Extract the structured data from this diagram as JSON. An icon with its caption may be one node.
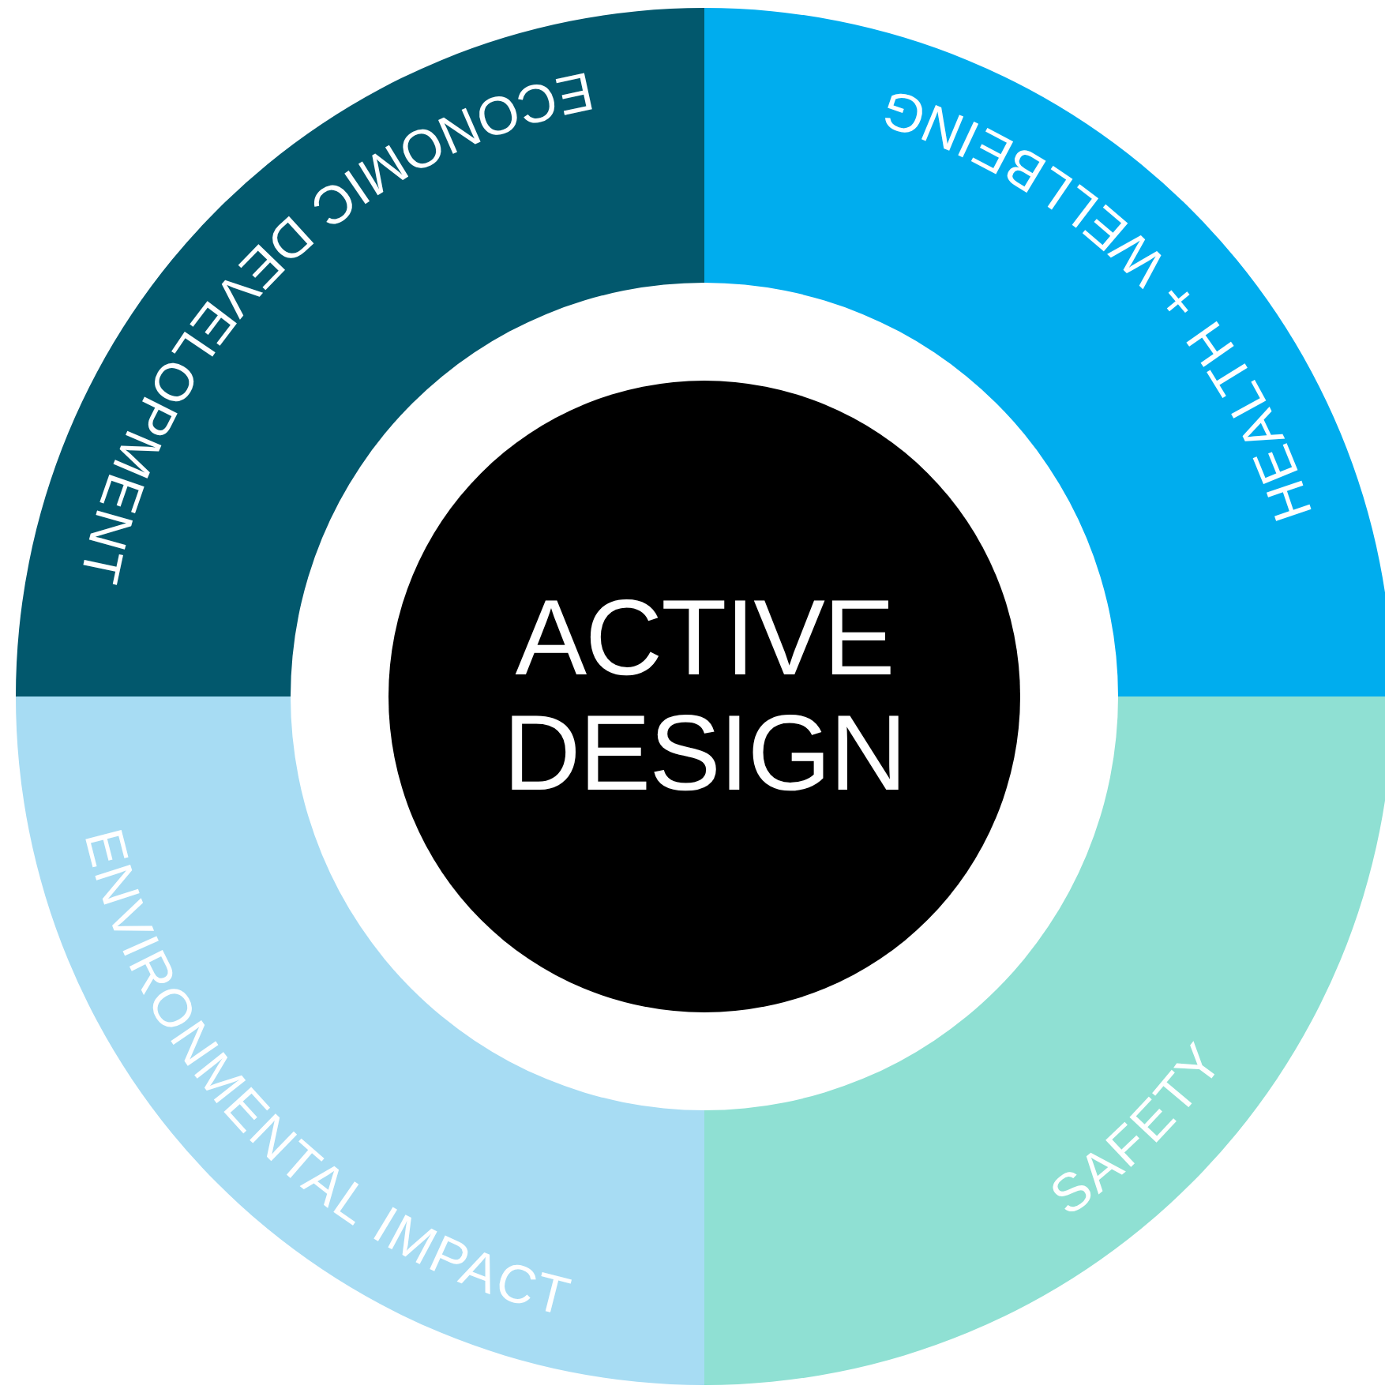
{
  "diagram": {
    "nodes": [
      {
        "text": [
          "ACTIVE DESIGN"
        ]
      },
      {
        "text": [
          "ECONOMIC DEVELOPMENT"
        ]
      },
      {
        "text": [
          "HEALTH + WELLBEING"
        ]
      },
      {
        "text": [
          "SAFETY"
        ]
      },
      {
        "text": [
          "ENVIRONMENTAL IMPACT"
        ]
      }
    ]
  }
}
